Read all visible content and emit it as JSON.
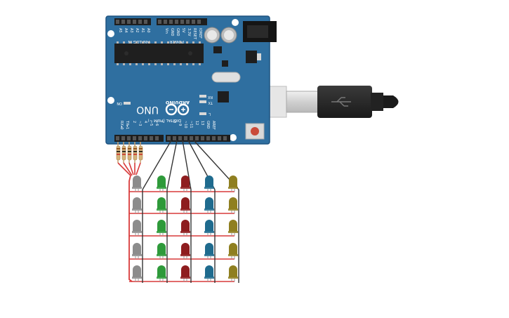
{
  "board": {
    "brand": "ARDUINO",
    "model": "UNO",
    "on_label": "ON",
    "l_label": "L",
    "tx_label": "TX",
    "rx_label": "RX",
    "digital_label": "DIGITAL (PWM ~)",
    "analog_label": "ANALOG IN",
    "power_label": "POWER",
    "tx_pin_label": "TX▸1",
    "rx_pin_label": "RX◂0",
    "power_pins": [
      "IOREF",
      "RESET",
      "3.3V",
      "5V",
      "GND",
      "GND",
      "Vin"
    ],
    "analog_pins": [
      "A0",
      "A1",
      "A2",
      "A3",
      "A4",
      "A5"
    ],
    "digital_pins": [
      "AREF",
      "GND",
      "13",
      "12",
      "~11",
      "~10",
      "~9",
      "8",
      "7",
      "~6",
      "~5",
      "4",
      "~3",
      "2"
    ]
  },
  "colors": {
    "board": "#2f6fa0",
    "board_edge": "#1f5380",
    "wire_red": "#d83a3a",
    "wire_black": "#333333",
    "led_gray": "#8c8c8c",
    "led_green": "#2e9a3a",
    "led_red": "#8e1d1f",
    "led_blue": "#1f6b8e",
    "led_olive": "#8f7f20"
  },
  "led_matrix": {
    "rows": 5,
    "columns": [
      "gray",
      "green",
      "red",
      "blue",
      "olive"
    ]
  },
  "resistor_count": 5
}
